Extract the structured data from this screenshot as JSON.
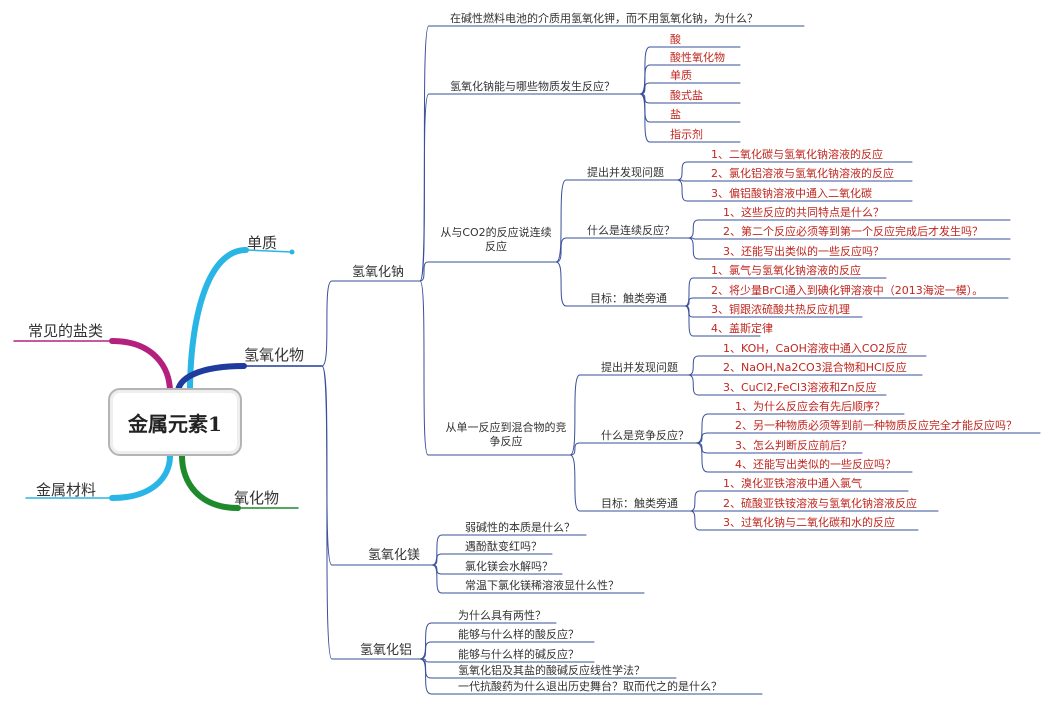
{
  "center": "金属元素1",
  "branches": {
    "elemental": "单质",
    "salts": "常见的盐类",
    "hydroxide": "氢氧化物",
    "materials": "金属材料",
    "oxide": "氧化物"
  },
  "naoh": {
    "title": "氢氧化钠",
    "q1": "在碱性燃料电池的介质用氢氧化钾，而不用氢氧化钠，为什么？",
    "q2": {
      "label": "氢氧化钠能与哪些物质发生反应？",
      "items": [
        "酸",
        "酸性氧化物",
        "单质",
        "酸式盐",
        "盐",
        "指示剂"
      ]
    },
    "co2": {
      "label": "从与CO2的反应说连续反应",
      "groups": [
        {
          "label": "提出并发现问题",
          "items": [
            "1、二氧化碳与氢氧化钠溶液的反应",
            "2、氯化铝溶液与氢氧化钠溶液的反应",
            "3、偏铝酸钠溶液中通入二氧化碳"
          ]
        },
        {
          "label": "什么是连续反应？",
          "items": [
            "1、这些反应的共同特点是什么？",
            "2、第二个反应必须等到第一个反应完成后才发生吗？",
            "3、还能写出类似的一些反应吗？"
          ]
        },
        {
          "label": "目标：触类旁通",
          "items": [
            "1、氯气与氢氧化钠溶液的反应",
            "2、将少量BrCl通入到碘化钾溶液中（2013海淀一模）。",
            "3、铜跟浓硫酸共热反应机理",
            "4、盖斯定律"
          ]
        }
      ]
    },
    "compete": {
      "label": "从单一反应到混合物的竞争反应",
      "groups": [
        {
          "label": "提出并发现问题",
          "items": [
            "1、KOH，CaOH溶液中通入CO2反应",
            "2、NaOH,Na2CO3混合物和HCl反应",
            "3、CuCl2,FeCl3溶液和Zn反应"
          ]
        },
        {
          "label": "什么是竞争反应？",
          "items": [
            "1、为什么反应会有先后顺序？",
            "2、另一种物质必须等到前一种物质反应完全才能反应吗？",
            "3、怎么判断反应前后？",
            "4、还能写出类似的一些反应吗？"
          ]
        },
        {
          "label": "目标：触类旁通",
          "items": [
            "1、溴化亚铁溶液中通入氯气",
            "2、硫酸亚铁铵溶液与氢氧化钠溶液反应",
            "3、过氧化钠与二氧化碳和水的反应"
          ]
        }
      ]
    }
  },
  "mgoh": {
    "title": "氢氧化镁",
    "items": [
      "弱碱性的本质是什么？",
      "遇酚酞变红吗？",
      "氯化镁会水解吗？",
      "常温下氯化镁稀溶液显什么性？"
    ]
  },
  "aloh": {
    "title": "氢氧化铝",
    "items": [
      "为什么具有两性？",
      "能够与什么样的酸反应？",
      "能够与什么样的碱反应？",
      "氢氧化铝及其盐的酸碱反应线性学法？",
      "一代抗酸药为什么退出历史舞台？取而代之的是什么？"
    ]
  },
  "colors": {
    "elemental": "#29b6e6",
    "salts": "#b3207e",
    "hydroxide": "#1f3b9e",
    "materials": "#29b6e6",
    "oxide": "#1e8a2c",
    "connector": "#3a4f9a",
    "answer": "#c0261f"
  }
}
